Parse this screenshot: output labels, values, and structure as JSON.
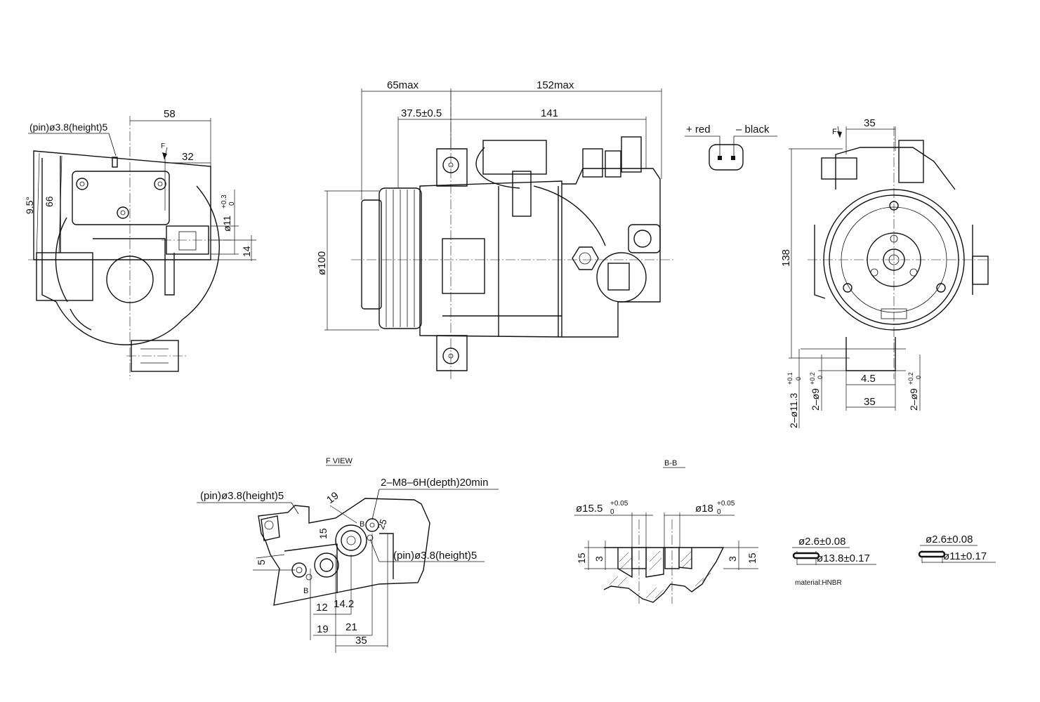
{
  "left_view": {
    "pin_label": "(pin)ø3.8(height)5",
    "dim_58": "58",
    "dim_32": "32",
    "dim_9_5": "9.5°",
    "dim_66": "66",
    "dim_phi11": "ø11",
    "dim_phi11_tol_upper": "+0.3",
    "dim_phi11_tol_lower": "0",
    "dim_14": "14",
    "arrow_f": "F"
  },
  "front_view": {
    "dim_65max": "65max",
    "dim_152max": "152max",
    "dim_37_5": "37.5±0.5",
    "dim_141": "141",
    "dim_phi100": "ø100"
  },
  "connector": {
    "plus_label": "+ red",
    "minus_label": "– black"
  },
  "right_view": {
    "dim_35_top": "35",
    "arrow_f": "F",
    "dim_138": "138",
    "dim_4_5": "4.5",
    "dim_35_bottom": "35",
    "hole_1": "2–ø11.3",
    "hole_1_tol_upper": "+0.1",
    "hole_1_tol_lower": "0",
    "hole_2": "2–ø9",
    "hole_2_tol_upper": "+0.2",
    "hole_2_tol_lower": "0",
    "hole_3": "2–ø9",
    "hole_3_tol_upper": "+0.2",
    "hole_3_tol_lower": "0"
  },
  "f_view": {
    "title": "F VIEW",
    "pin_label_1": "(pin)ø3.8(height)5",
    "thread_label": "2–M8–6H(depth)20min",
    "pin_label_2": "(pin)ø3.8(height)5",
    "dim_19_diag": "19",
    "dim_25": "25",
    "dim_15": "15",
    "dim_5": "5",
    "dim_12": "12",
    "dim_14_2": "14.2",
    "dim_19": "19",
    "dim_21": "21",
    "dim_35": "35",
    "marker_b1": "B",
    "marker_b2": "B"
  },
  "section_bb": {
    "title": "B-B",
    "phi_left": "ø15.5",
    "phi_left_tol_upper": "+0.05",
    "phi_left_tol_lower": "0",
    "phi_right": "ø18",
    "phi_right_tol_upper": "+0.05",
    "phi_right_tol_lower": "0",
    "dim_15_left": "15",
    "dim_3_left": "3",
    "dim_3_right": "3",
    "dim_15_right": "15"
  },
  "orings": {
    "ring1_cs": "ø2.6±0.08",
    "ring1_id": "ø13.8±0.17",
    "ring2_cs": "ø2.6±0.08",
    "ring2_id": "ø11±0.17",
    "material": "material:HNBR"
  }
}
